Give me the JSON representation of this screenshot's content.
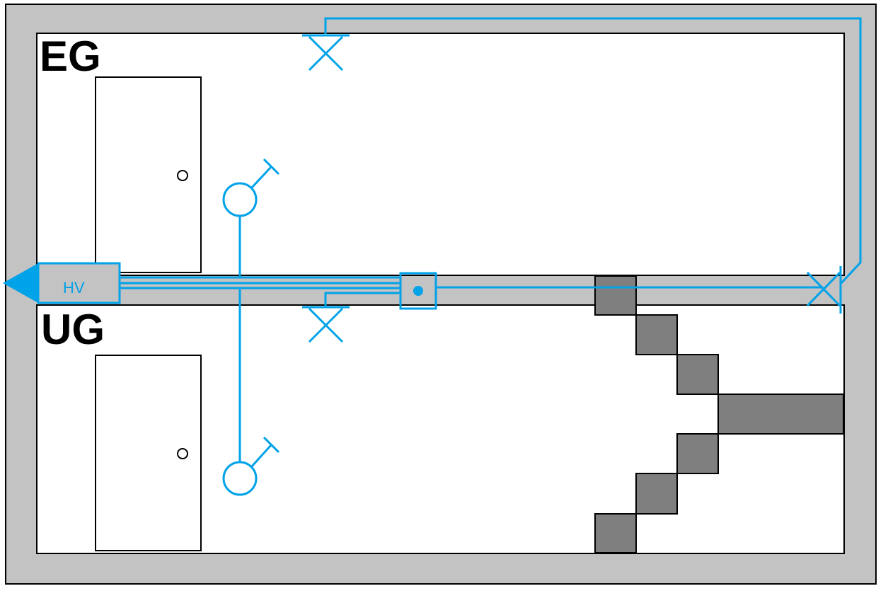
{
  "floors": {
    "upper_label": "EG",
    "lower_label": "UG"
  },
  "main_distributor": {
    "label": "HV"
  },
  "colors": {
    "wall": "#c3c3c3",
    "stair": "#7f7f7f",
    "line": "#000000",
    "installation": "#00a2e8",
    "room": "#ffffff"
  },
  "symbols": {
    "ceiling_lights": [
      "light-outlet-icon",
      "light-outlet-icon",
      "light-outlet-icon"
    ],
    "switches": [
      "switch-icon",
      "switch-icon"
    ],
    "junction_box": "junction-box-icon",
    "supply_arrow": "arrow-left-icon"
  }
}
